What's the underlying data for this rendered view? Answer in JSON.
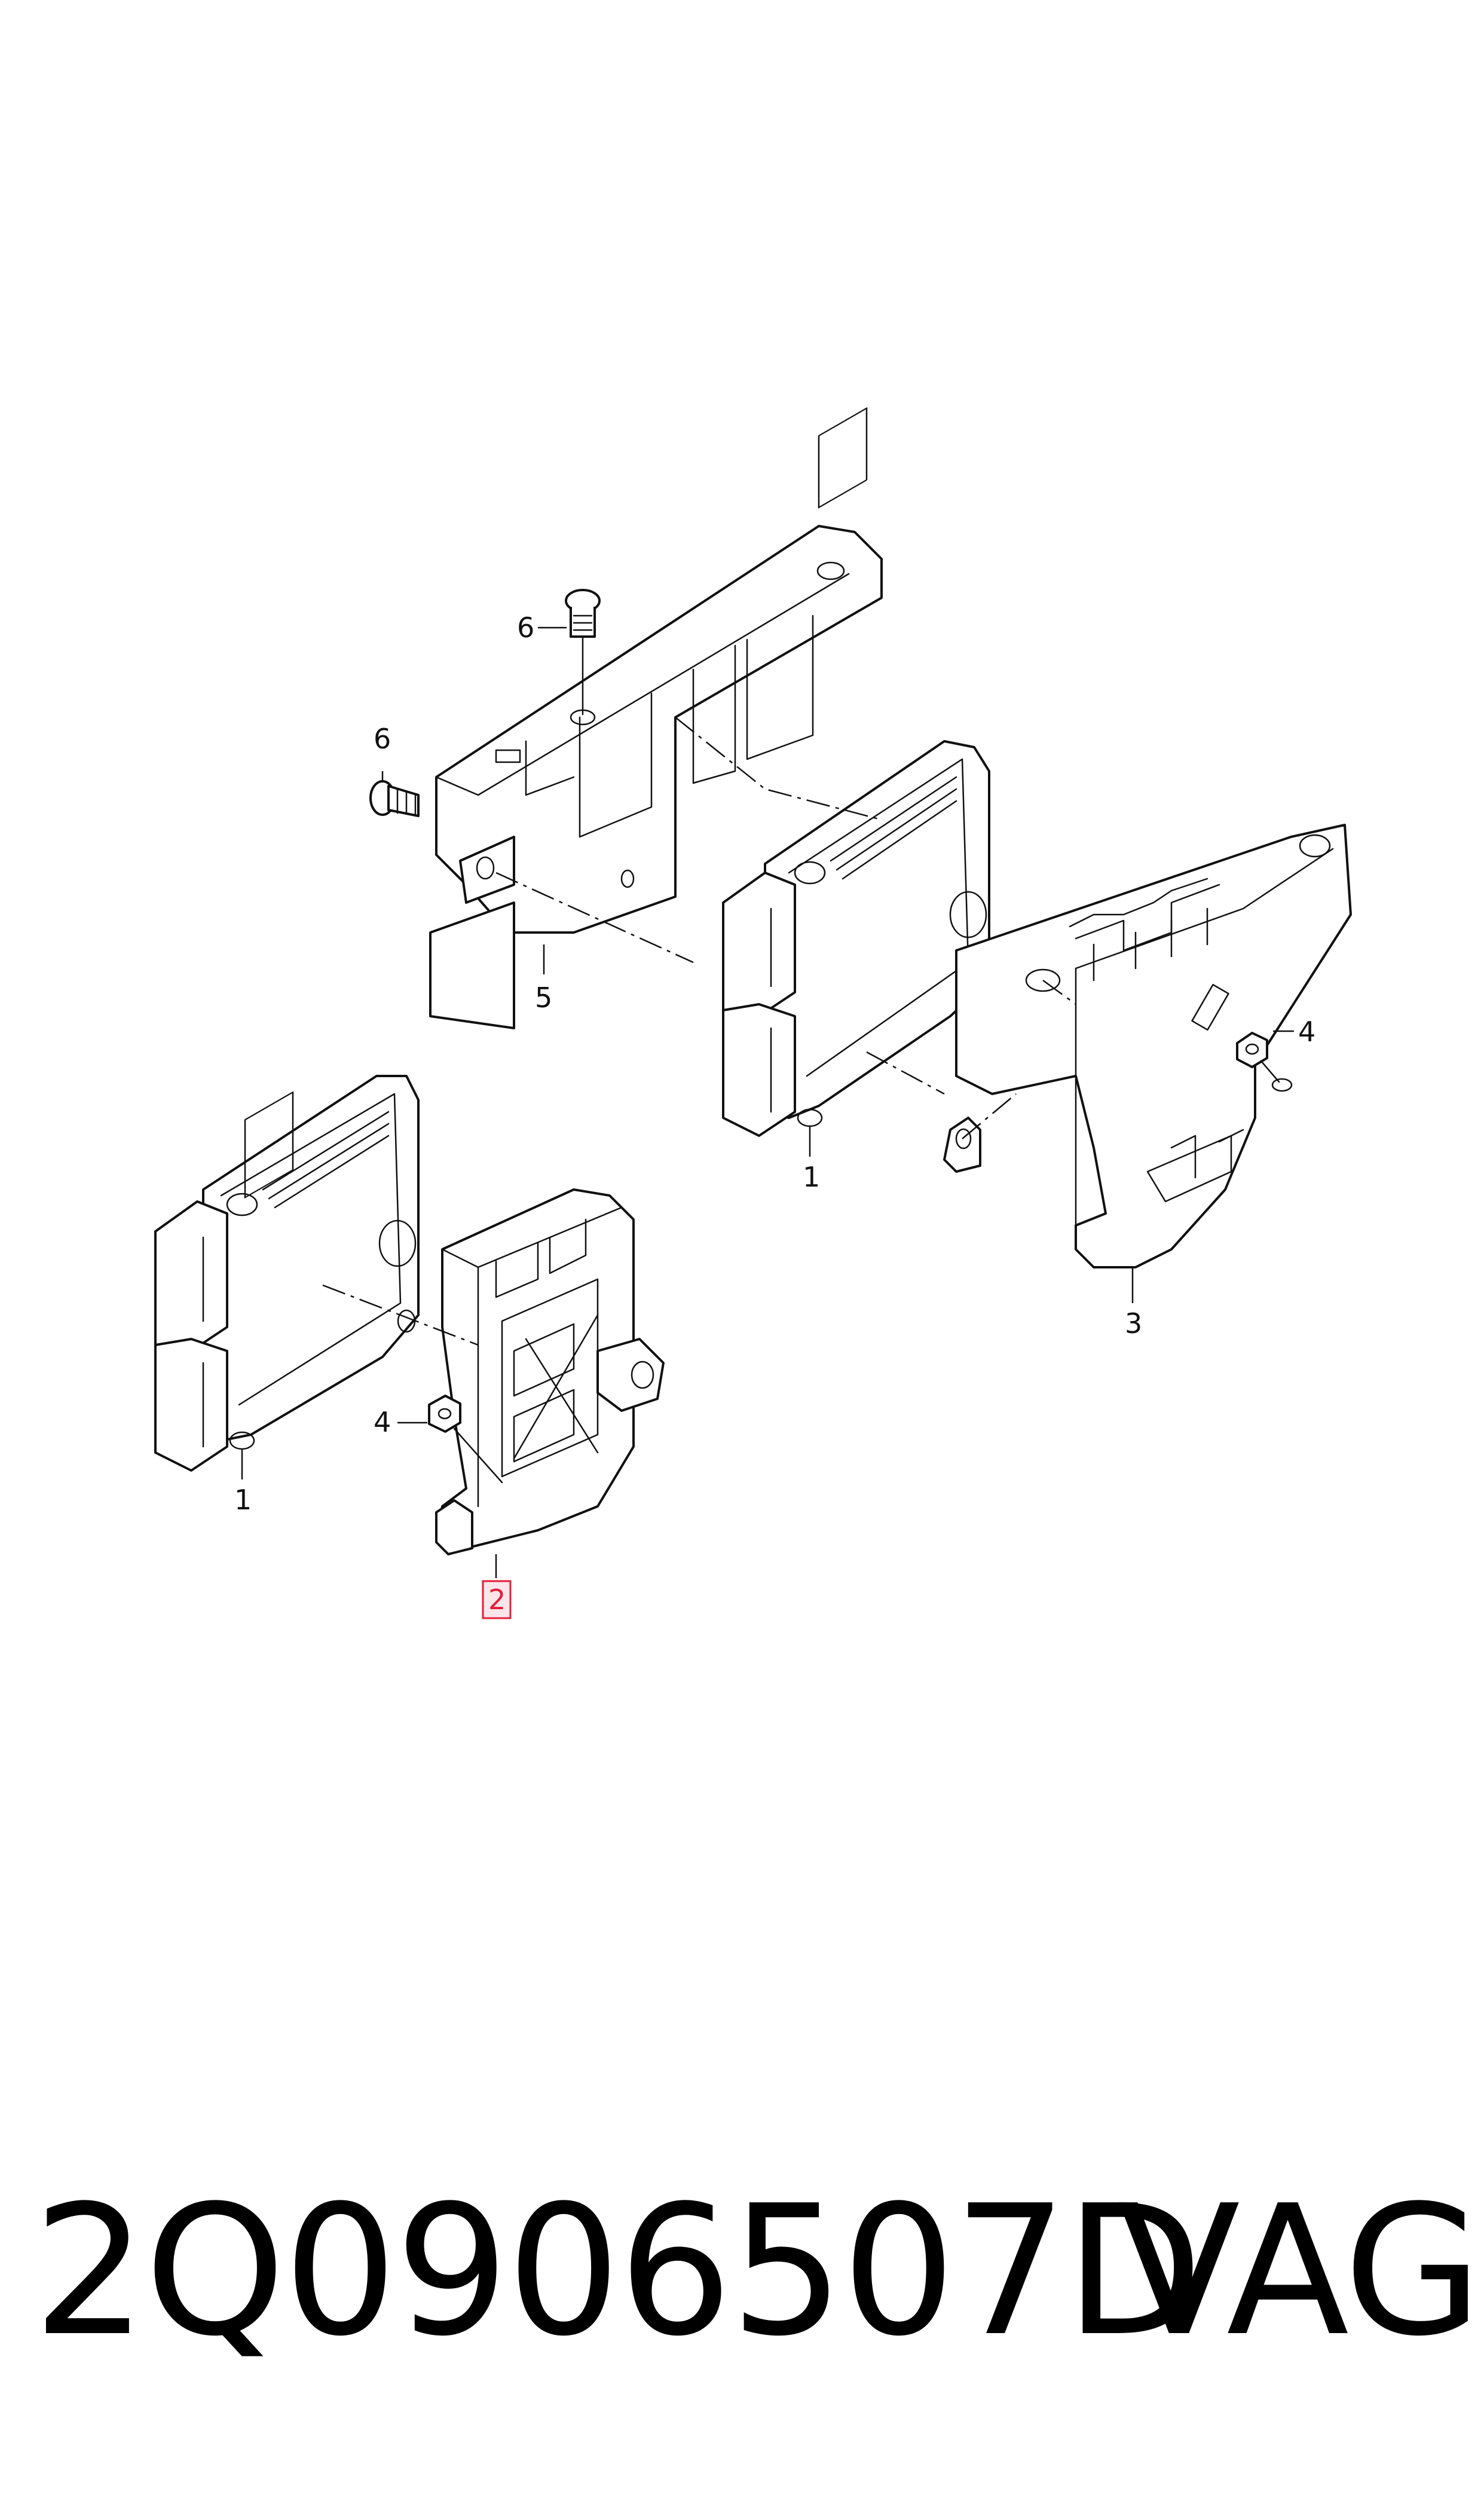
{
  "diagram": {
    "callouts": [
      {
        "id": "c6a",
        "label": "6"
      },
      {
        "id": "c6b",
        "label": "6"
      },
      {
        "id": "c5",
        "label": "5"
      },
      {
        "id": "c1a",
        "label": "1"
      },
      {
        "id": "c4a",
        "label": "4"
      },
      {
        "id": "c3",
        "label": "3"
      },
      {
        "id": "c1b",
        "label": "1"
      },
      {
        "id": "c4b",
        "label": "4"
      },
      {
        "id": "c2",
        "label": "2",
        "highlighted": true
      }
    ],
    "highlight_color": "#e41e3a",
    "line_color": "#111111"
  },
  "footer": {
    "part_number": "2Q0906507D",
    "brand": "VAG"
  }
}
